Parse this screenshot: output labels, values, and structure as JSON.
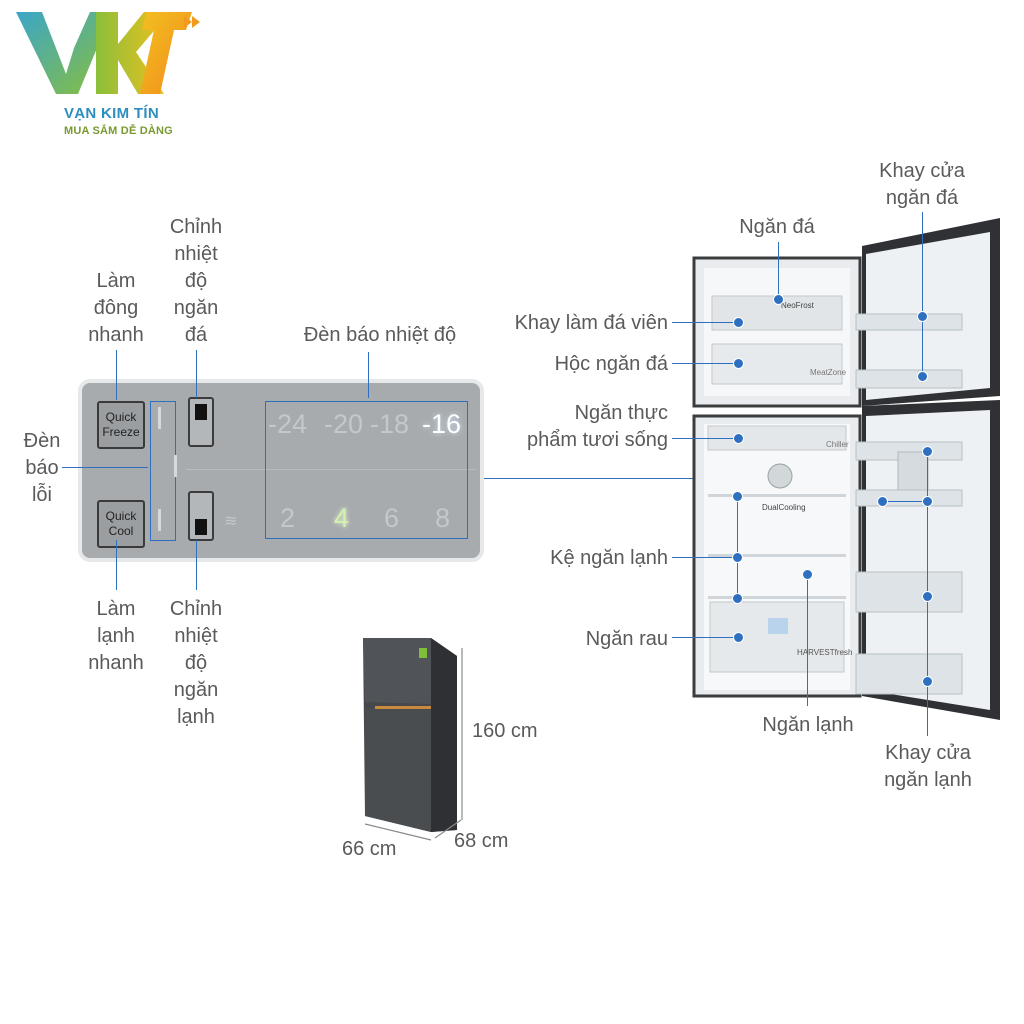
{
  "brand": {
    "logo_text": "VKT",
    "name": "VẠN KIM TÍN",
    "tagline": "MUA SẮM DỄ DÀNG",
    "colors": {
      "teal": "#2e8fbf",
      "orange": "#f29a1e",
      "green": "#8bbf3a"
    }
  },
  "panel": {
    "quick_freeze": "Quick Freeze",
    "quick_cool": "Quick Cool",
    "freezer_temps": [
      "-24",
      "-20",
      "-18",
      "-16"
    ],
    "freezer_active_index": 3,
    "fridge_temps": [
      "2",
      "4",
      "6",
      "8"
    ],
    "fridge_active_index": 1
  },
  "labels": {
    "lam_dong_nhanh": "Làm\nđông\nnhanh",
    "chinh_nhiet_do_ngan_da": "Chỉnh\nnhiệt\nđộ\nngăn\nđá",
    "den_bao_nhiet_do": "Đèn báo nhiệt độ",
    "den_bao_loi": "Đèn\nbáo\nlỗi",
    "lam_lanh_nhanh": "Làm\nlạnh\nnhanh",
    "chinh_nhiet_do_ngan_lanh": "Chỉnh\nnhiệt\nđộ\nngăn\nlạnh",
    "ngan_da": "Ngăn đá",
    "khay_cua_ngan_da": "Khay cửa\nngăn đá",
    "khay_lam_da_vien": "Khay làm đá viên",
    "hoc_ngan_da": "Hộc ngăn đá",
    "ngan_thuc_pham_tuoi_song": "Ngăn thực\nphẩm tươi sống",
    "ke_ngan_lanh": "Kệ ngăn lạnh",
    "ngan_rau": "Ngăn rau",
    "ngan_lanh": "Ngăn lạnh",
    "khay_cua_ngan_lanh": "Khay cửa\nngăn lạnh"
  },
  "fridge_marks": {
    "neofrost": "NeoFrost",
    "meatzone": "MeatZone",
    "chiller": "Chiller",
    "dualcooling": "DualCooling",
    "harvestfresh": "HARVESTfresh"
  },
  "dimensions": {
    "height": "160 cm",
    "width": "66 cm",
    "depth": "68 cm"
  },
  "accent_color": "#2f6fc0"
}
